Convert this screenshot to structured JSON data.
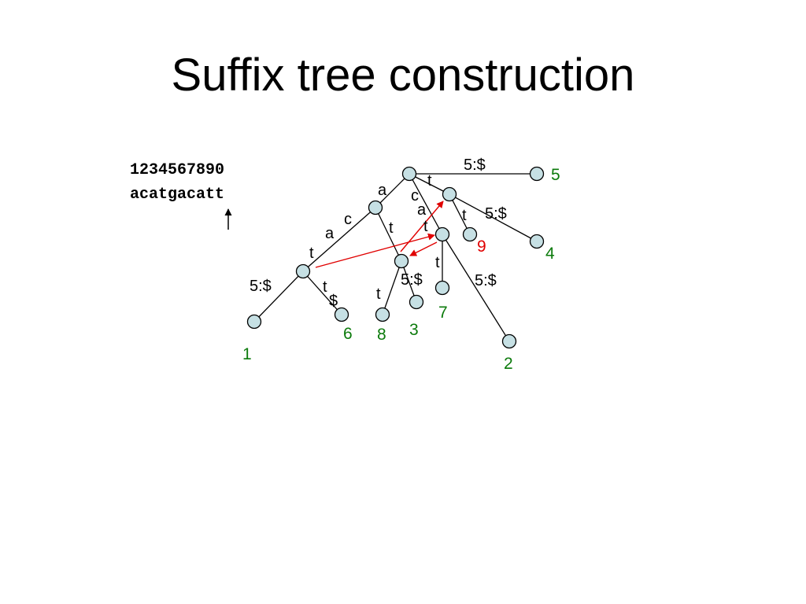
{
  "slide": {
    "title": "Suffix tree construction"
  },
  "sequence": {
    "positions": "1234567890",
    "string": "acatgacatt"
  },
  "colors": {
    "leaf_green": "#0b7a0b",
    "highlight_red": "#e00000",
    "node_fill": "#c6e0e4",
    "edge": "#000000"
  },
  "tree": {
    "edge_labels": [
      "5:$",
      "a",
      "t",
      "c",
      "c",
      "a",
      "t",
      "5:$",
      "a",
      "t",
      "t",
      "t",
      "t",
      "5:$",
      "5:$",
      "t",
      "$",
      "t",
      "5:$"
    ],
    "leaf_labels": [
      {
        "text": "5",
        "color": "green"
      },
      {
        "text": "4",
        "color": "green"
      },
      {
        "text": "9",
        "color": "red"
      },
      {
        "text": "7",
        "color": "green"
      },
      {
        "text": "2",
        "color": "green"
      },
      {
        "text": "3",
        "color": "green"
      },
      {
        "text": "8",
        "color": "green"
      },
      {
        "text": "6",
        "color": "green"
      },
      {
        "text": "1",
        "color": "green"
      }
    ]
  }
}
